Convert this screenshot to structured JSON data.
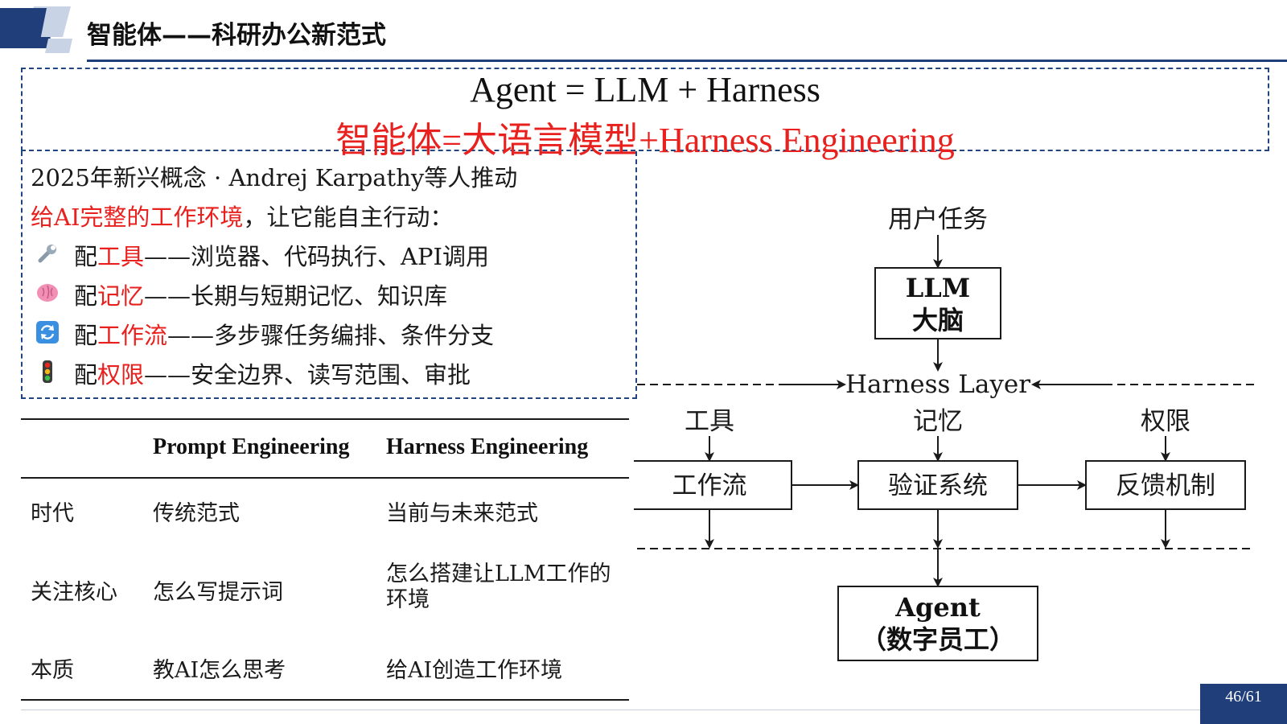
{
  "header": {
    "title": "智能体——科研办公新范式",
    "brand_color": "#1f3e7a",
    "accent_color": "#e8201e"
  },
  "formula": {
    "line1": "Agent = LLM + Harness",
    "line2": "智能体=大语言模型+Harness Engineering"
  },
  "concept": {
    "intro": "2025年新兴概念 · Andrej Karpathy等人推动",
    "lead_red": "给AI完整的工作环境",
    "lead_rest": "，让它能自主行动：",
    "items": [
      {
        "icon": "wrench-icon",
        "prefix": "配",
        "highlight": "工具",
        "rest": "——浏览器、代码执行、API调用"
      },
      {
        "icon": "brain-icon",
        "prefix": "配",
        "highlight": "记忆",
        "rest": "——长期与短期记忆、知识库"
      },
      {
        "icon": "refresh-icon",
        "prefix": "配",
        "highlight": "工作流",
        "rest": "——多步骤任务编排、条件分支"
      },
      {
        "icon": "traffic-light-icon",
        "prefix": "配",
        "highlight": "权限",
        "rest": "——安全边界、读写范围、审批"
      }
    ]
  },
  "table": {
    "headers": [
      "",
      "Prompt Engineering",
      "Harness Engineering"
    ],
    "rows": [
      [
        "时代",
        "传统范式",
        "当前与未来范式"
      ],
      [
        "关注核心",
        "怎么写提示词",
        "怎么搭建让LLM工作的环境"
      ],
      [
        "本质",
        "教AI怎么思考",
        "给AI创造工作环境"
      ]
    ]
  },
  "diagram": {
    "user_task": "用户任务",
    "llm_box": {
      "line1": "LLM",
      "line2": "大脑"
    },
    "harness_layer": "Harness Layer",
    "inputs": [
      "工具",
      "记忆",
      "权限"
    ],
    "modules": [
      "工作流",
      "验证系统",
      "反馈机制"
    ],
    "agent_box": {
      "line1": "Agent",
      "line2": "（数字员工）"
    }
  },
  "footer": {
    "page": "46/61"
  }
}
